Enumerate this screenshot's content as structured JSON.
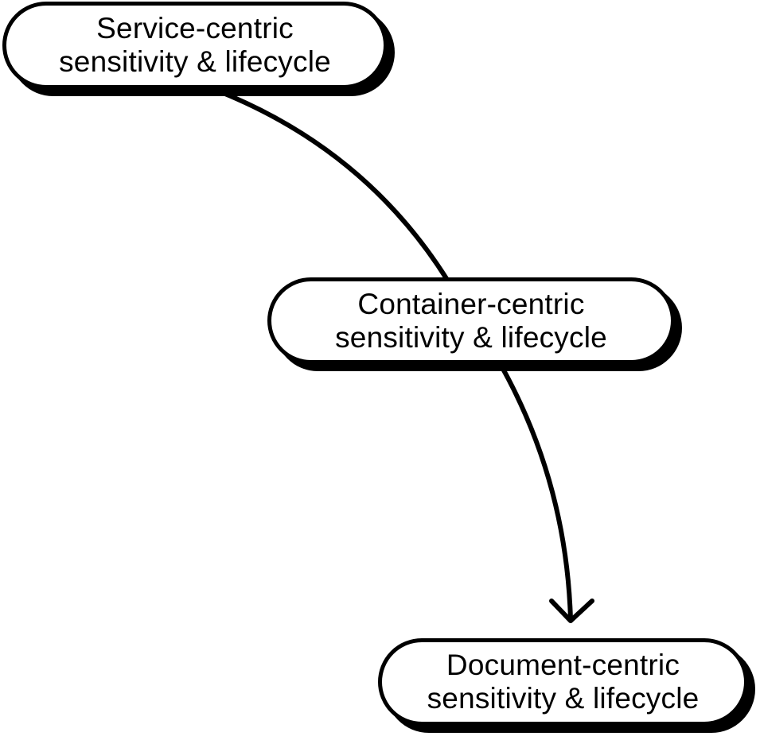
{
  "colors": {
    "stroke": "#000000",
    "background": "#ffffff",
    "node_fill": "#ffffff"
  },
  "nodes": {
    "service": {
      "line1": "Service-centric",
      "line2": "sensitivity & lifecycle"
    },
    "container": {
      "line1": "Container-centric",
      "line2": "sensitivity & lifecycle"
    },
    "document": {
      "line1": "Document-centric",
      "line2": "sensitivity & lifecycle"
    }
  },
  "connectors": [
    {
      "from": "service",
      "to": "container",
      "arrowhead": false
    },
    {
      "from": "container",
      "to": "document",
      "arrowhead": true
    }
  ]
}
